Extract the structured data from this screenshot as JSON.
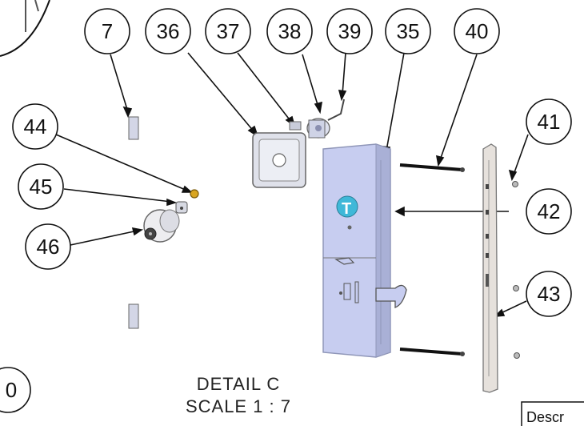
{
  "callouts": {
    "c7": "7",
    "c36": "36",
    "c37": "37",
    "c38": "38",
    "c39": "39",
    "c35": "35",
    "c40": "40",
    "c41": "41",
    "c42": "42",
    "c43": "43",
    "c44": "44",
    "c45": "45",
    "c46": "46",
    "c0": "0"
  },
  "detail": {
    "line1": "DETAIL C",
    "line2": "SCALE 1 : 7"
  },
  "table": {
    "header_partial": "Descr"
  },
  "colors": {
    "plate": "#c7cdf0",
    "plate_edge": "#8f96b8",
    "logo": "#3fb8d8",
    "strike": "#e6e1dc",
    "pin_gold": "#d9a520"
  }
}
